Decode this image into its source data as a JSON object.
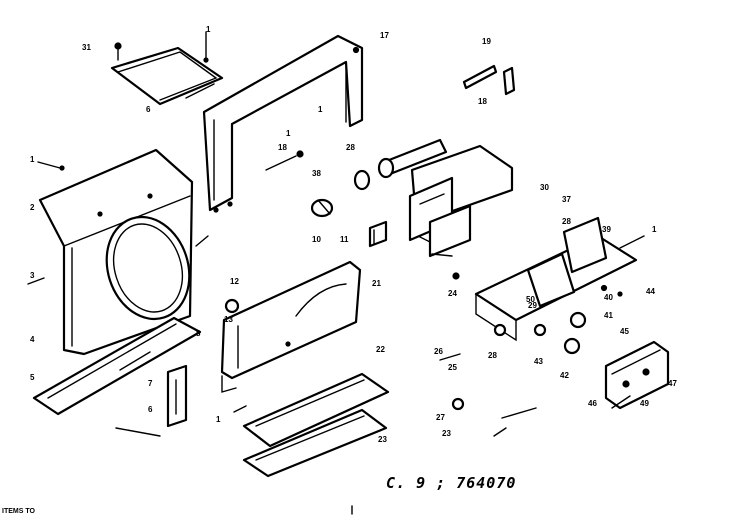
{
  "diagram": {
    "drawing_code": "C. 9 ; 764070",
    "footer_text": "ITEMS TO",
    "part_labels": [
      "31",
      "1",
      "6",
      "17",
      "1",
      "1",
      "19",
      "18",
      "1",
      "2",
      "3",
      "4",
      "5",
      "6",
      "7",
      "8",
      "1",
      "18",
      "28",
      "38",
      "10",
      "11",
      "30",
      "37",
      "39",
      "28",
      "1",
      "12",
      "13",
      "21",
      "22",
      "23",
      "23",
      "24",
      "25",
      "26",
      "27",
      "28",
      "29",
      "40",
      "41",
      "42",
      "43",
      "44",
      "45",
      "46",
      "47",
      "49",
      "50"
    ]
  }
}
